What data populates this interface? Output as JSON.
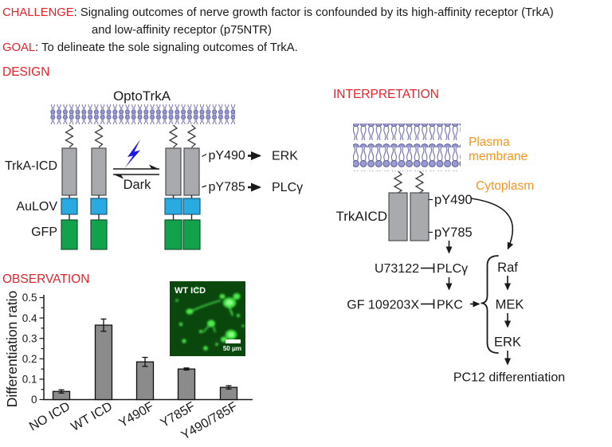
{
  "colors": {
    "accent_red": "#e8222b",
    "accent_orange": "#f7941e",
    "lipid_purple": "#9a9ad1",
    "trka_icd_gray": "#a8aaad",
    "aulov_blue": "#29abe2",
    "gfp_green": "#12a24b",
    "bolt_blue": "#1a1ae8",
    "bar_gray": "#8b8b8b",
    "inset_background_green": "#0a470d",
    "inset_bright_green": "#49ec49"
  },
  "header": {
    "challenge_label": "CHALLENGE",
    "challenge_rest": ": Signaling outcomes of nerve growth factor is confounded by its high-affinity receptor (TrkA)",
    "challenge_line2": "and low-affinity receptor (p75NTR)",
    "goal_label": "GOAL",
    "goal_rest": ": To delineate the sole signaling outcomes of TrkA."
  },
  "design": {
    "section_label": "DESIGN",
    "title": "OptoTrkA",
    "icd_label": "TrkA-ICD",
    "lov_label": "AuLOV",
    "gfp_label": "GFP",
    "dark_label": "Dark",
    "outputs": [
      {
        "site": "pY490",
        "target": "ERK"
      },
      {
        "site": "pY785",
        "target": "PLCγ"
      }
    ]
  },
  "interpretation": {
    "section_label": "INTERPRETATION",
    "plasma1": "Plasma",
    "plasma2": "membrane",
    "cytoplasm": "Cytoplasm",
    "receptor_label": "TrkAICD",
    "site1": "pY490",
    "site2": "pY785",
    "inhibitors": [
      {
        "name": "U73122",
        "target": "PLCγ"
      },
      {
        "name": "GF 109203X",
        "target": "PKC"
      }
    ],
    "cascade": [
      "Raf",
      "MEK",
      "ERK"
    ],
    "outcome": "PC12 differentiation"
  },
  "observation": {
    "section_label": "OBSERVATION",
    "inset": {
      "label": "WT ICD",
      "scale_bar": "50 μm"
    }
  },
  "chart_data": {
    "type": "bar",
    "categories": [
      "NO ICD",
      "WT ICD",
      "Y490F",
      "Y785F",
      "Y490/785F"
    ],
    "values": [
      0.04,
      0.365,
      0.185,
      0.15,
      0.06
    ],
    "errors": [
      0.008,
      0.03,
      0.022,
      0.005,
      0.008
    ],
    "title": "",
    "xlabel": "",
    "ylabel": "Differentiation ratio",
    "yticks": [
      "0",
      "0.1",
      "0.2",
      "0.3",
      "0.4",
      "0.5"
    ],
    "ylim": [
      0,
      0.5
    ],
    "grid": false,
    "legend": "none"
  }
}
